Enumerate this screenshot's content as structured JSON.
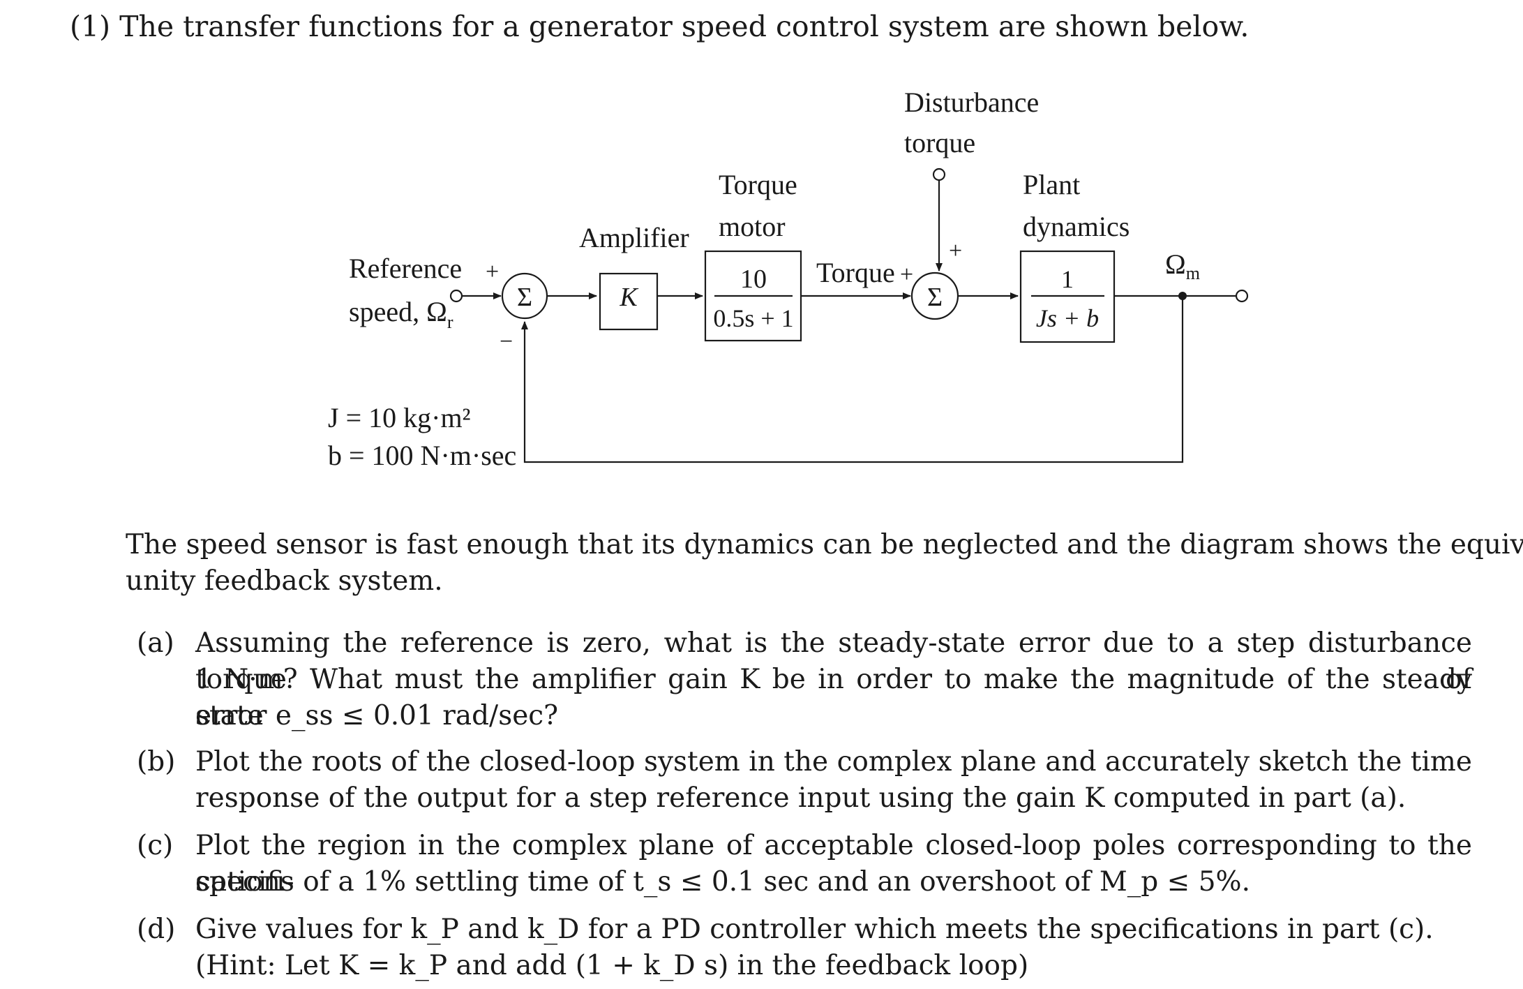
{
  "problem": {
    "header": "(1) The transfer functions for a generator speed control system are shown below.",
    "intro_line1": "The speed sensor is fast enough that its dynamics can be neglected and the diagram shows the equivalent",
    "intro_line2": "unity feedback system."
  },
  "diagram": {
    "disturbance_label_1": "Disturbance",
    "disturbance_label_2": "torque",
    "torque_motor_label_1": "Torque",
    "torque_motor_label_2": "motor",
    "amplifier_label": "Amplifier",
    "plant_label_1": "Plant",
    "plant_label_2": "dynamics",
    "reference_label_1": "Reference",
    "reference_label_2": "speed, Ω",
    "reference_subscript": "r",
    "output_label": "Ω",
    "output_subscript": "m",
    "torque_label": "Torque",
    "sum_symbol": "Σ",
    "plus_sign": "+",
    "minus_sign": "−",
    "amplifier_gain": "K",
    "motor_numerator": "10",
    "motor_denominator": "0.5s + 1",
    "plant_numerator": "1",
    "plant_denominator": "Js + b",
    "param_J": "J = 10 kg·m²",
    "param_b": "b = 100 N·m·sec"
  },
  "questions": [
    {
      "label": "(a)",
      "lines": [
        "Assuming the reference is zero, what is the steady-state error due to a step disturbance torque of",
        "1 N·m? What must the amplifier gain K be in order to make the magnitude of the steady state",
        "error e_ss ≤ 0.01 rad/sec?"
      ]
    },
    {
      "label": "(b)",
      "lines": [
        "Plot the roots of the closed-loop system in the complex plane and accurately sketch the time",
        "response of the output for a step reference input using the gain K computed in part (a)."
      ]
    },
    {
      "label": "(c)",
      "lines": [
        "Plot the region in the complex plane of acceptable closed-loop poles corresponding to the specifi-",
        "cations of a 1% settling time of t_s ≤ 0.1 sec and an overshoot of M_p ≤ 5%."
      ]
    },
    {
      "label": "(d)",
      "lines": [
        "Give values for k_P and k_D for a PD controller which meets the specifications in part (c).",
        "(Hint: Let K = k_P and add (1 + k_D s) in the feedback loop)"
      ]
    }
  ]
}
